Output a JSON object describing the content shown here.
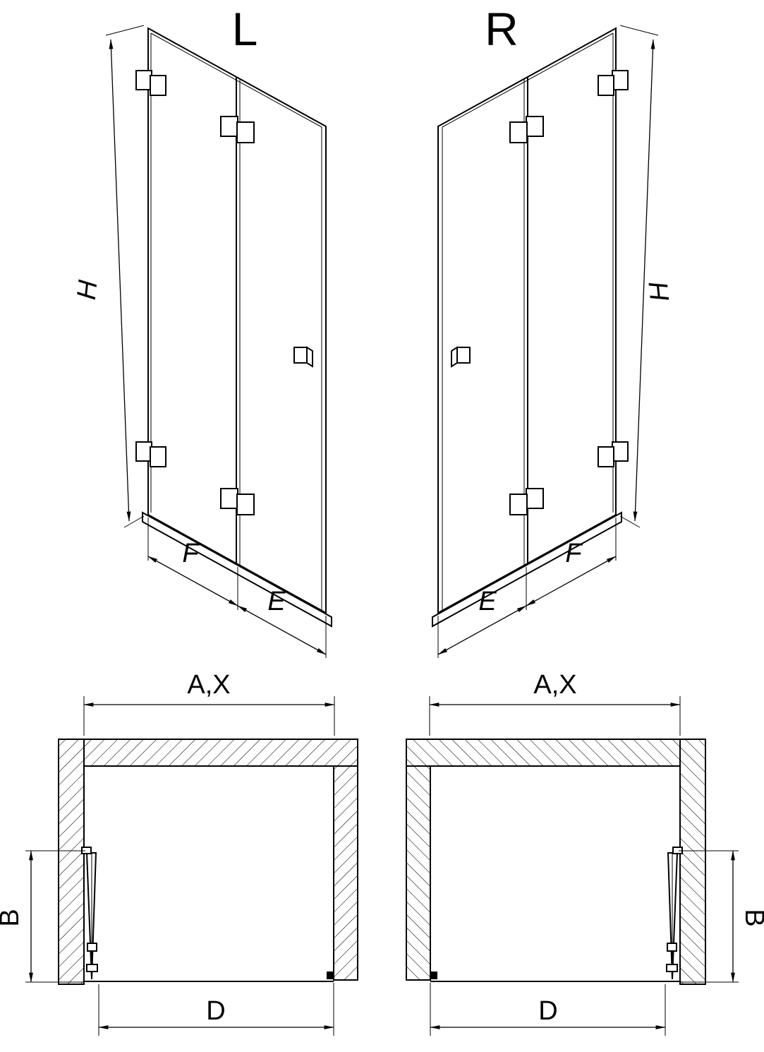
{
  "diagram": {
    "left_variant": "L",
    "right_variant": "R"
  },
  "labels": {
    "height": "H",
    "folding_panel": "F",
    "edge_panel": "E",
    "overall_width": "A,X",
    "fold_depth": "B",
    "opening_width": "D"
  },
  "colors": {
    "ink": "#000000",
    "background": "#ffffff"
  }
}
